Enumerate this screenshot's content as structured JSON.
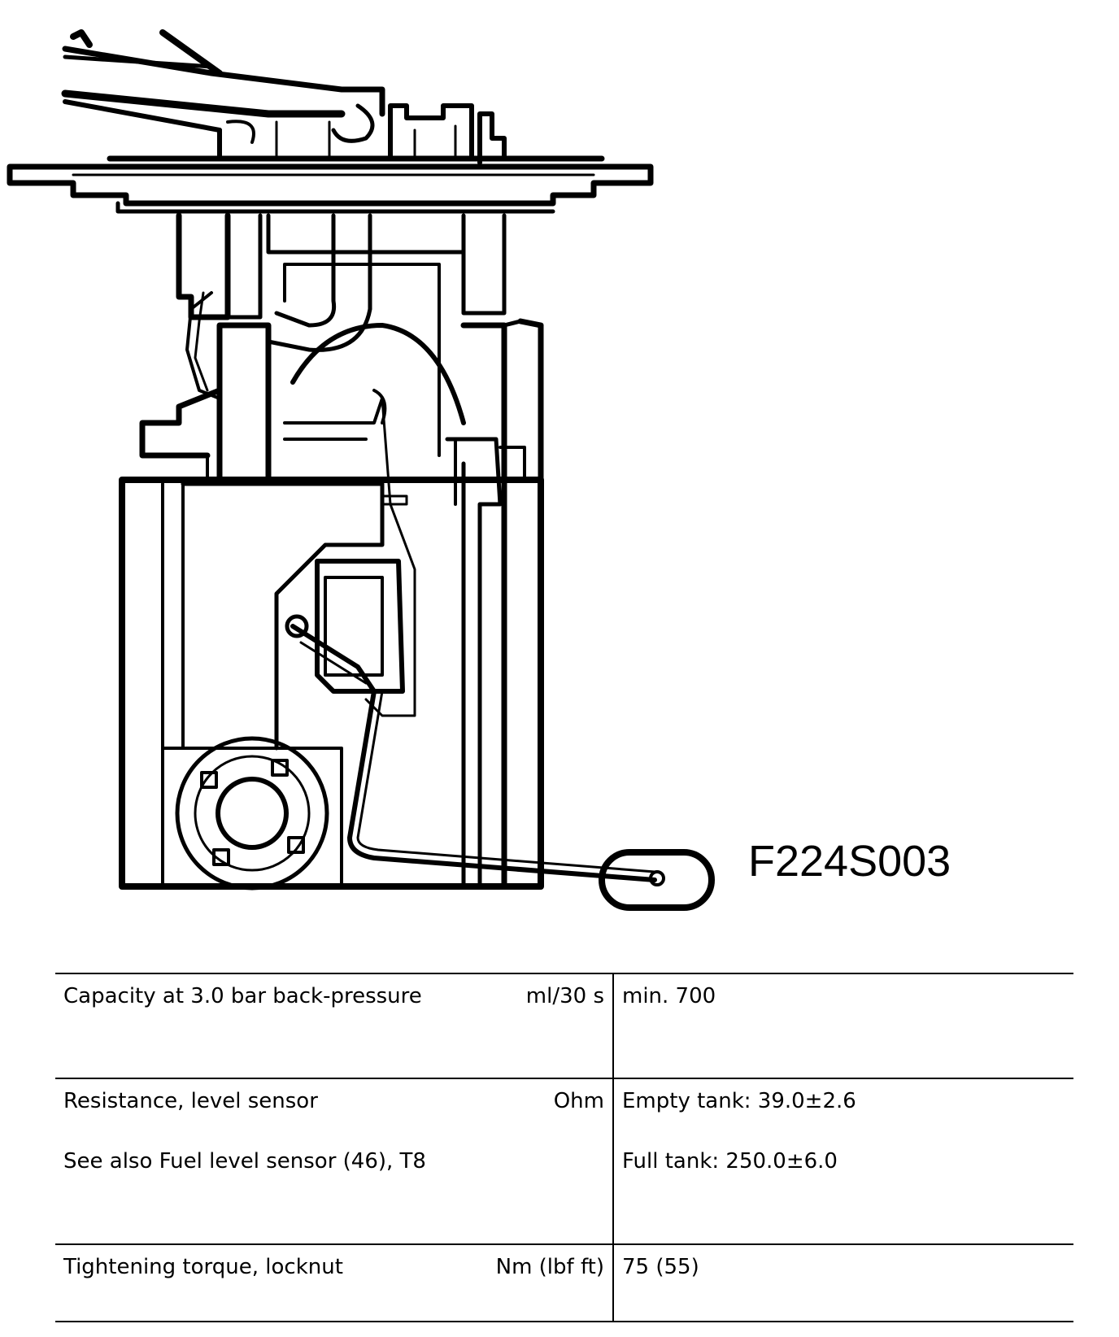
{
  "figure": {
    "id": "F224S003",
    "subject": "fuel-pump-level-sensor-assembly"
  },
  "spec_table": {
    "rows": [
      {
        "parameter": "Capacity at 3.0 bar back-pressure",
        "unit": "ml/30 s",
        "values": [
          "min. 700"
        ]
      },
      {
        "parameter": "Resistance, level sensor",
        "note": "See also Fuel level sensor (46), T8",
        "unit": "Ohm",
        "values": [
          "Empty tank: 39.0±2.6",
          "Full tank: 250.0±6.0"
        ]
      },
      {
        "parameter": "Tightening torque, locknut",
        "unit": "Nm (lbf ft)",
        "values": [
          "75 (55)"
        ]
      }
    ]
  }
}
